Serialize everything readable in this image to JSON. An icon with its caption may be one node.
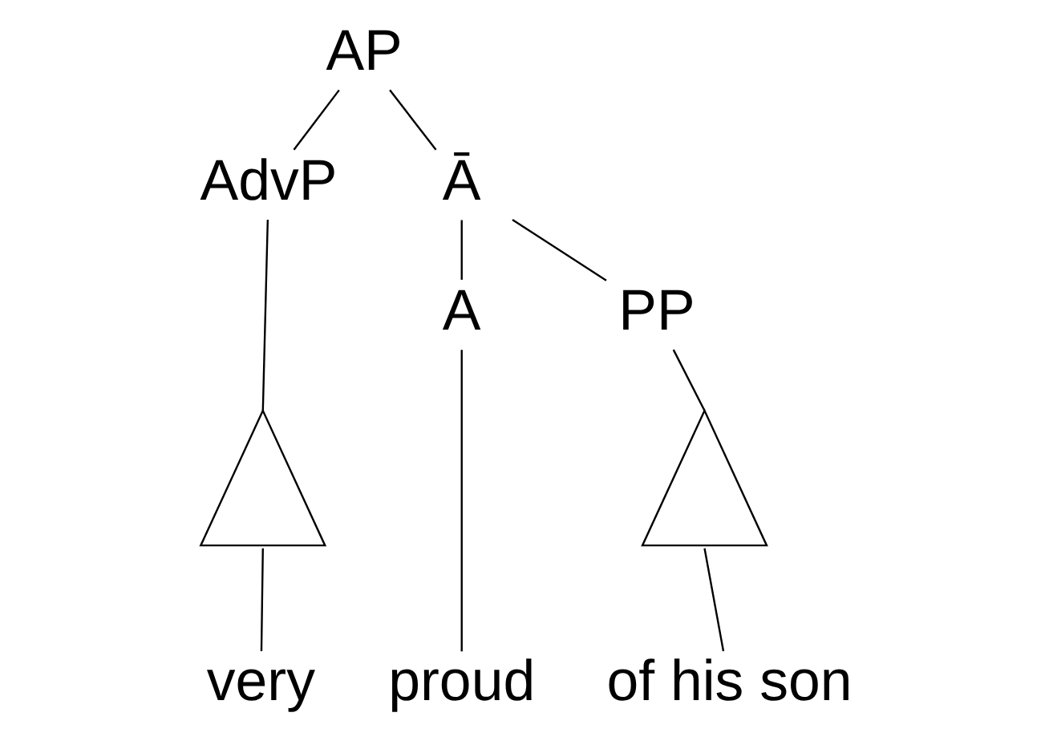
{
  "diagram": {
    "nodes": [
      {
        "text": [
          "AP"
        ]
      },
      {
        "text": [
          "AdvP"
        ]
      },
      {
        "text": [
          "Ā"
        ]
      },
      {
        "text": [],
        "shape": "triangle"
      },
      {
        "text": [
          "A"
        ]
      },
      {
        "text": [
          "PP"
        ]
      },
      {
        "text": [],
        "shape": "triangle"
      },
      {
        "text": [
          "very"
        ]
      },
      {
        "text": [
          "proud"
        ]
      },
      {
        "text": [
          "of his son"
        ]
      }
    ],
    "edges": [
      {
        "from": 0,
        "to": 1,
        "arrow": "none"
      },
      {
        "from": 0,
        "to": 2,
        "arrow": "none"
      },
      {
        "from": 1,
        "to": 3,
        "arrow": "none"
      },
      {
        "from": 2,
        "to": 4,
        "arrow": "none"
      },
      {
        "from": 2,
        "to": 5,
        "arrow": "none"
      },
      {
        "from": 3,
        "to": 7,
        "arrow": "none"
      },
      {
        "from": 4,
        "to": 8,
        "arrow": "none"
      },
      {
        "from": 5,
        "to": 6,
        "arrow": "none"
      },
      {
        "from": 6,
        "to": 9,
        "arrow": "none"
      }
    ]
  }
}
